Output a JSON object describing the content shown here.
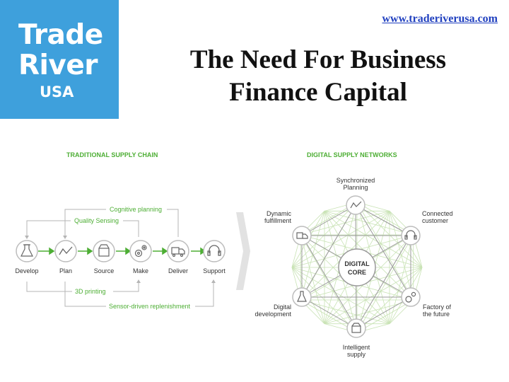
{
  "logo": {
    "line1": "Trade",
    "line2": "River",
    "line3": "USA",
    "bg_color": "#3ea0dc"
  },
  "url": "www.traderiverusa.com",
  "title": {
    "line1": "The Need For Business",
    "line2": "Finance Capital"
  },
  "traditional": {
    "heading": "TRADITIONAL SUPPLY CHAIN",
    "steps": [
      {
        "label": "Develop",
        "icon": "flask-icon"
      },
      {
        "label": "Plan",
        "icon": "trend-line-icon"
      },
      {
        "label": "Source",
        "icon": "box-icon"
      },
      {
        "label": "Make",
        "icon": "gears-icon"
      },
      {
        "label": "Deliver",
        "icon": "truck-icon"
      },
      {
        "label": "Support",
        "icon": "headset-icon"
      }
    ],
    "loops": {
      "top_outer": "Cognitive planning",
      "top_inner": "Quality Sensing",
      "bottom_inner": "3D printing",
      "bottom_outer": "Sensor-driven replenishment"
    }
  },
  "digital": {
    "heading": "DIGITAL SUPPLY NETWORKS",
    "core": {
      "line1": "DIGITAL",
      "line2": "CORE"
    },
    "nodes": [
      {
        "line1": "Synchronized",
        "line2": "Planning",
        "icon": "trend-line-icon"
      },
      {
        "line1": "Connected",
        "line2": "customer",
        "icon": "headset-icon"
      },
      {
        "line1": "Factory of",
        "line2": "the future",
        "icon": "gears-icon"
      },
      {
        "line1": "Intelligent",
        "line2": "supply",
        "icon": "box-icon"
      },
      {
        "line1": "Digital",
        "line2": "development",
        "icon": "flask-icon"
      },
      {
        "line1": "Dynamic",
        "line2": "fulfillment",
        "icon": "truck-icon"
      }
    ]
  },
  "colors": {
    "accent_green": "#4dae34",
    "node_stroke": "#bdbdbd",
    "network_light": "#c9e3b5",
    "network_dark": "#9a9a9a"
  }
}
